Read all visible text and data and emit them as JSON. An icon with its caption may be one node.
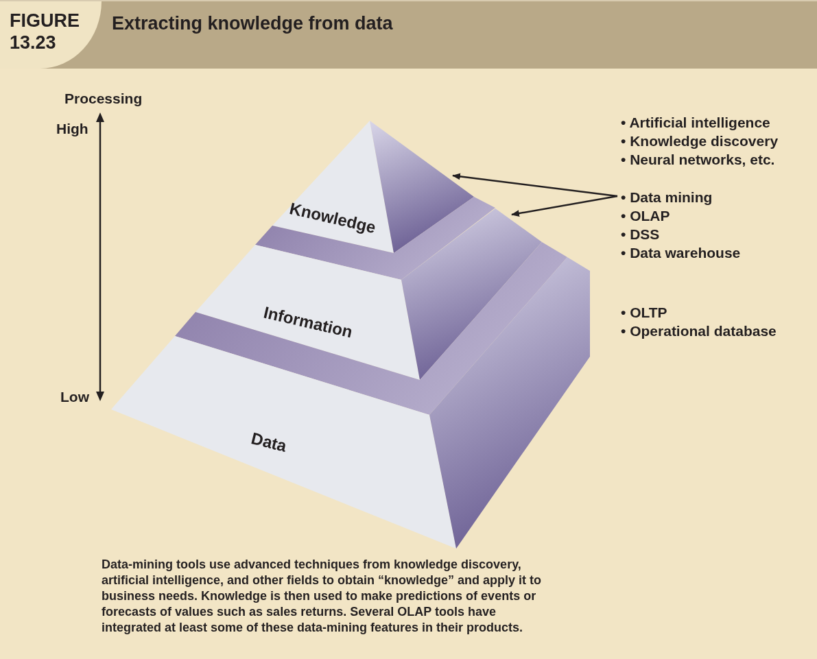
{
  "diagram": {
    "title": "Extracting knowledge from data",
    "caption": "Data-mining tools use advanced techniques from knowledge discovery, artificial intelligence, and other fields to obtain “knowledge” and apply it to business needs. Knowledge is then used to make predictions of events or forecasts of values such as sales returns. Several OLAP tools have integrated at least some of these data-mining features in their products.",
    "nodes": [
      {
        "text": [
          "Knowledge"
        ]
      },
      {
        "text": [
          "Information"
        ]
      },
      {
        "text": [
          "Data"
        ]
      },
      {
        "text": [
          "• Data mining",
          "• OLAP",
          "• DSS",
          "• Data warehouse"
        ]
      }
    ],
    "edges": [
      {
        "from": 3,
        "to": 0,
        "arrow": "to"
      },
      {
        "from": 3,
        "to": 1,
        "arrow": "to"
      }
    ],
    "labels": [
      "FIGURE 13.23",
      "Processing",
      "High",
      "• Artificial intelligence",
      "• Knowledge discovery",
      "• Neural networks, etc.",
      "• OLTP",
      "• Operational database",
      "Low"
    ]
  }
}
